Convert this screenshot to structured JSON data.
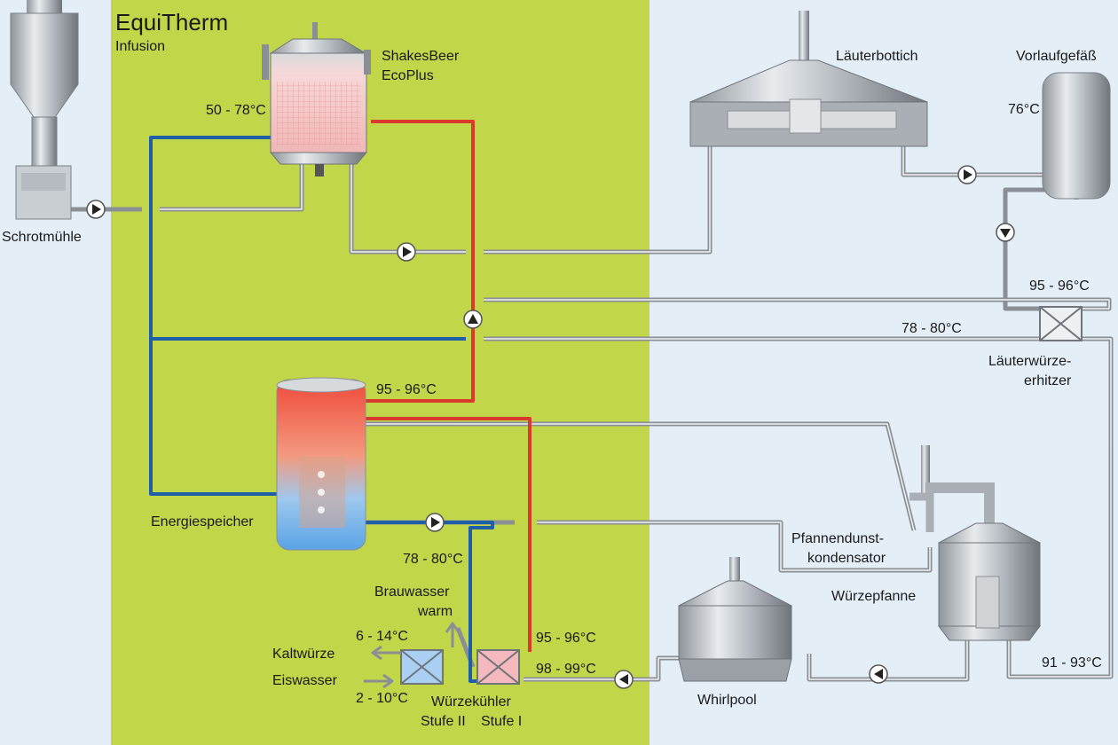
{
  "header": {
    "title": "EquiTherm",
    "subtitle": "Infusion"
  },
  "equipment": {
    "schrotmuehle": "Schrotmühle",
    "shakesbeer_line1": "ShakesBeer",
    "shakesbeer_line2": "EcoPlus",
    "laeuterbottich": "Läuterbottich",
    "vorlaufgefaess": "Vorlaufgefäß",
    "laeuterwuerze_line1": "Läuterwürze-",
    "laeuterwuerze_line2": "erhitzer",
    "energiespeicher": "Energiespeicher",
    "pfannendunst_line1": "Pfannendunst-",
    "pfannendunst_line2": "kondensator",
    "wuerzepfanne": "Würzepfanne",
    "whirlpool": "Whirlpool",
    "wuerzekuehler": "Würzekühler",
    "stufe2": "Stufe II",
    "stufe1": "Stufe I",
    "brauwasser_line1": "Brauwasser",
    "brauwasser_line2": "warm",
    "kaltwuerze": "Kaltwürze",
    "eiswasser": "Eiswasser"
  },
  "temperatures": {
    "mash": "50 - 78°C",
    "vorlauf": "76°C",
    "heater_hot": "95 - 96°C",
    "heater_return": "78 - 80°C",
    "storage_top": "95 - 96°C",
    "storage_bottom": "78 - 80°C",
    "cooler_hot": "95 - 96°C",
    "cooler_wort": "98 - 99°C",
    "kaltwuerze": "6 - 14°C",
    "eiswasser": "2 - 10°C",
    "kettle": "91 - 93°C"
  },
  "colors": {
    "background": "#e3eef7",
    "equitherm_zone": "#c2d64a",
    "hot_line": "#d93a2b",
    "cold_line": "#1f5fa8",
    "process_line": "#8a8f95"
  }
}
